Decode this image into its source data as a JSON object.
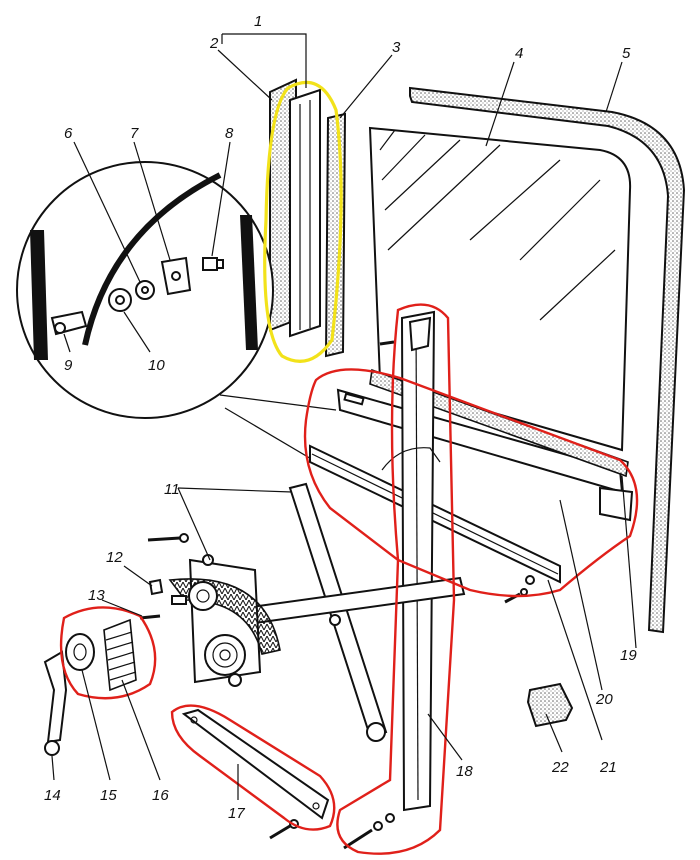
{
  "figure": {
    "callouts": [
      "1",
      "2",
      "3",
      "4",
      "5",
      "6",
      "7",
      "8",
      "9",
      "10",
      "11",
      "12",
      "13",
      "14",
      "15",
      "16",
      "17",
      "18",
      "19",
      "20",
      "21",
      "22"
    ]
  },
  "colors": {
    "line": "#111111",
    "highlight_red": "#e0201a",
    "highlight_yellow": "#f2e21a",
    "seal_fill": "#cfcfcf",
    "background": "#ffffff"
  }
}
